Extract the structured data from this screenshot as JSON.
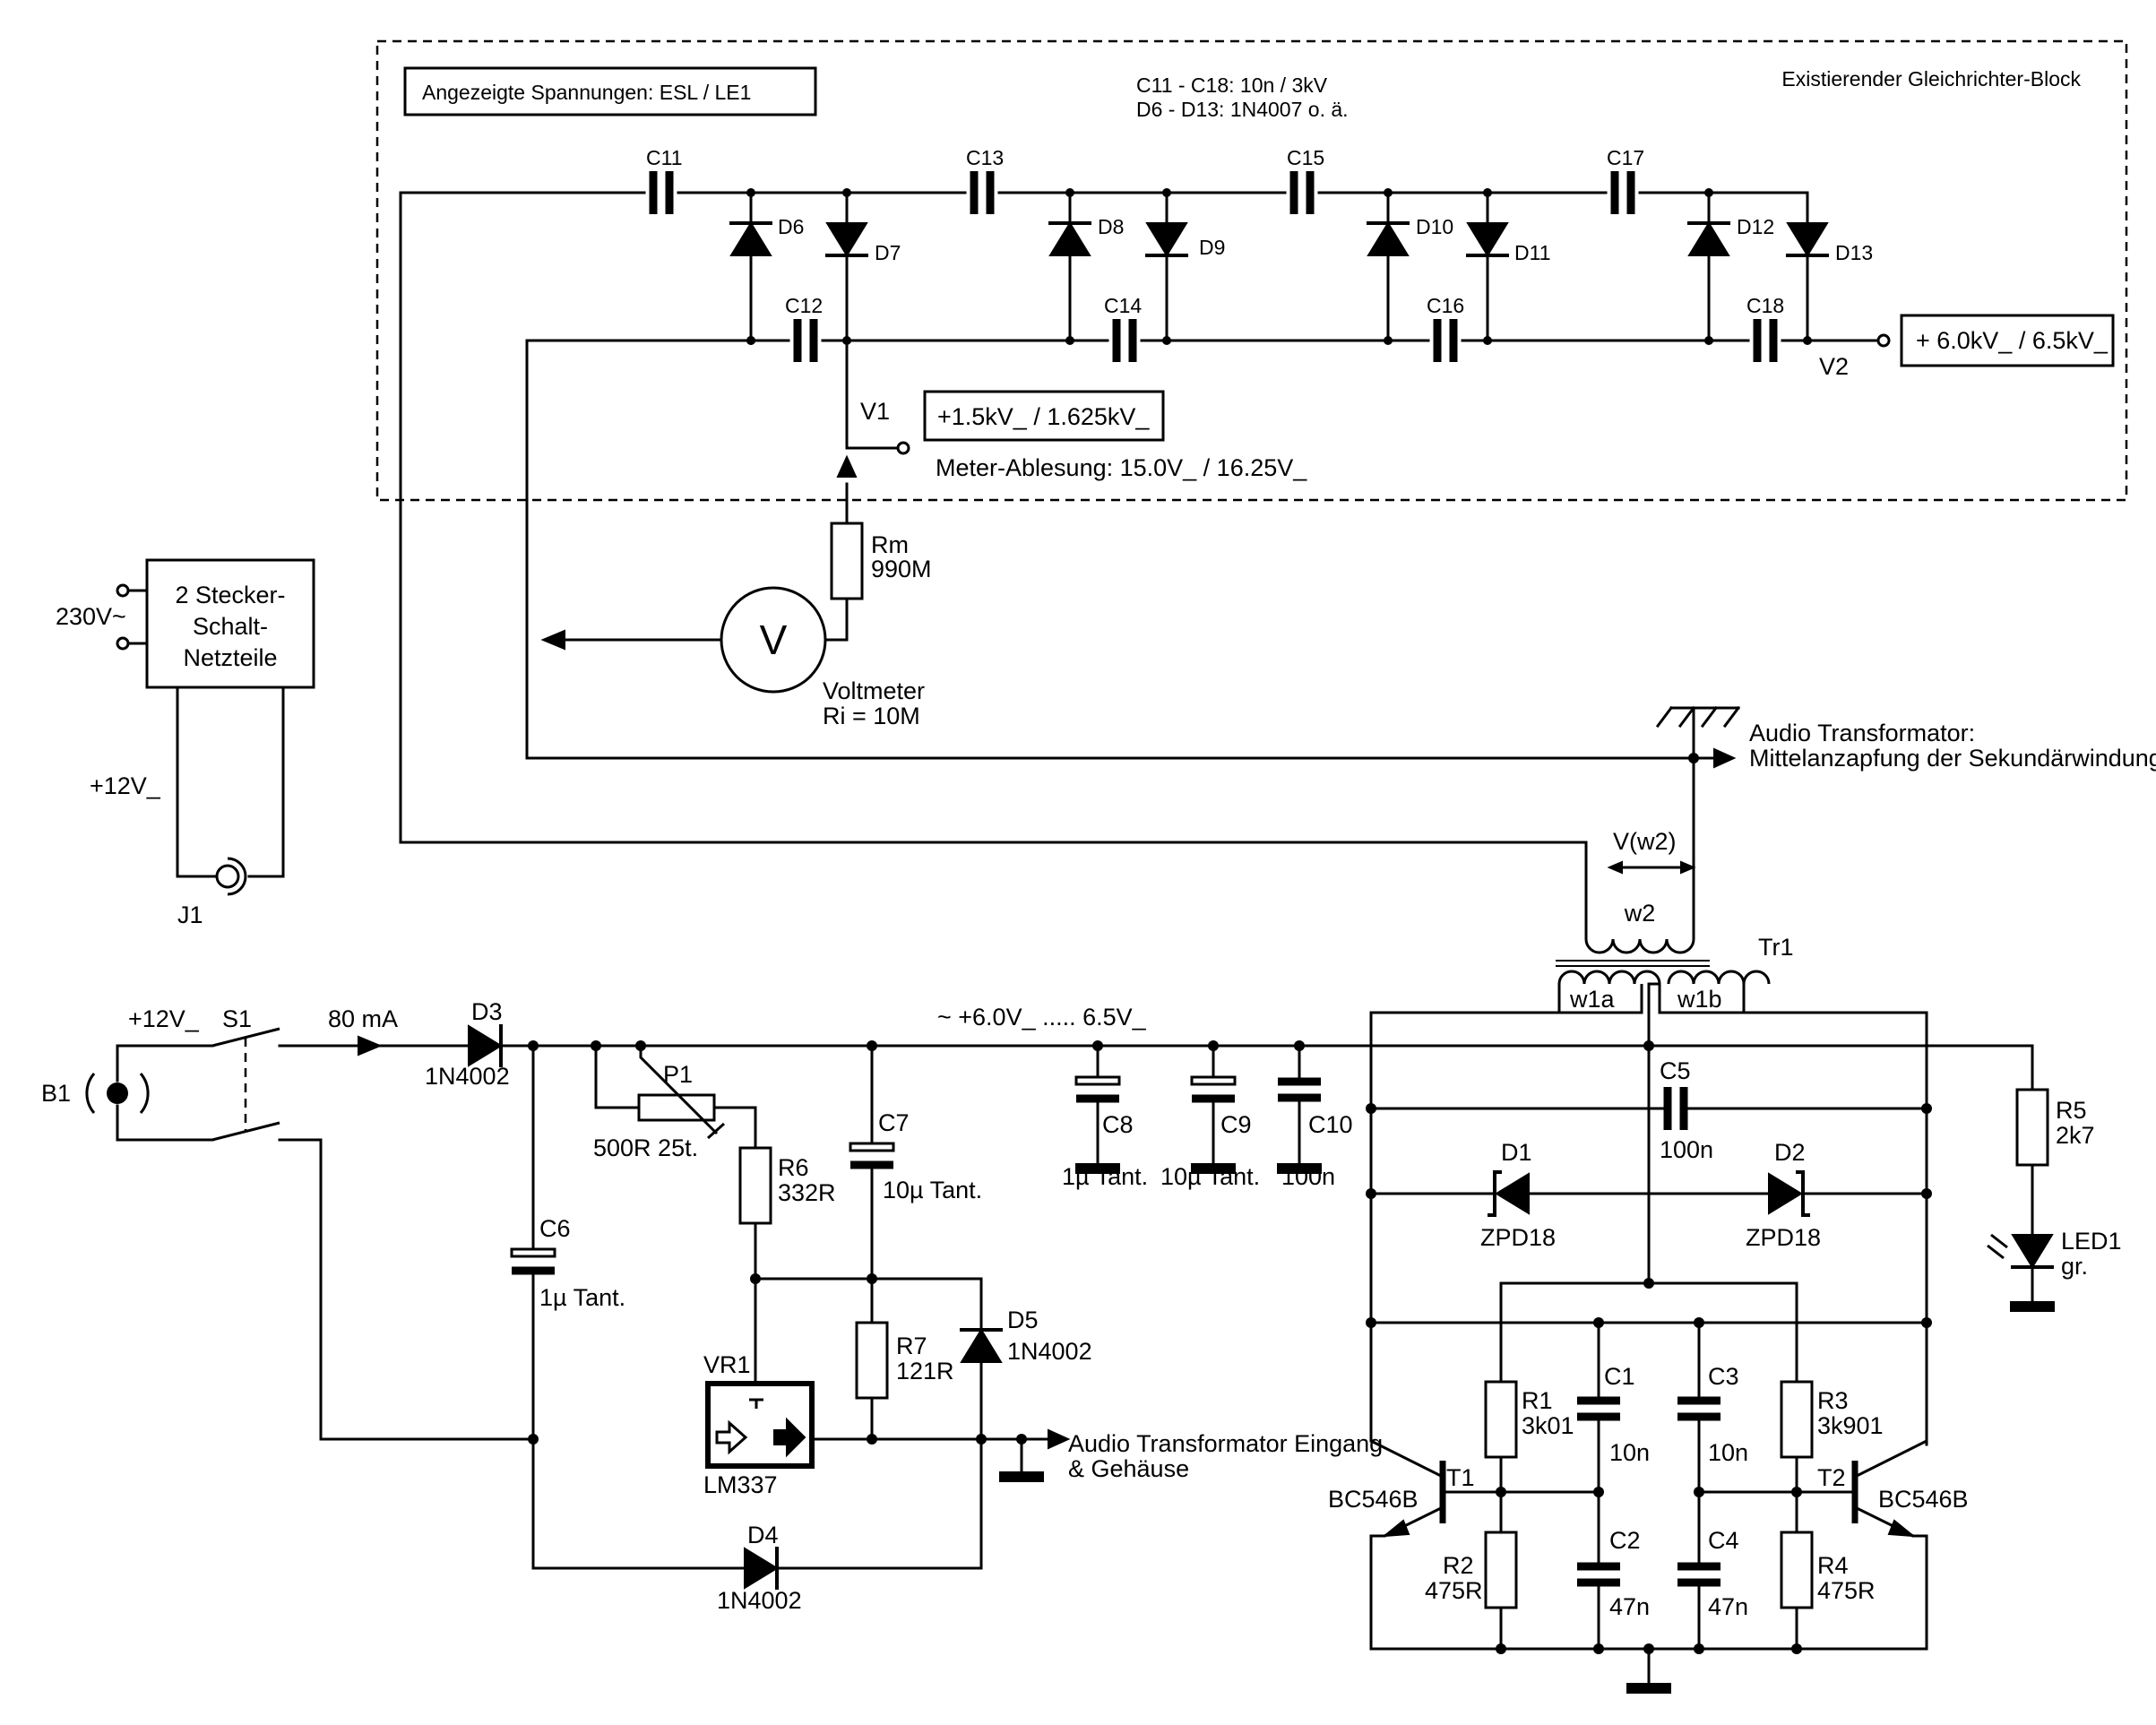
{
  "block": {
    "title": "Existierender Gleichrichter-Block",
    "shown_voltages": "Angezeigte Spannungen: ESL / LE1",
    "spec_caps": "C11 - C18: 10n / 3kV",
    "spec_diodes": "D6   - D13: 1N4007 o. ä."
  },
  "caps_top": [
    "C11",
    "C13",
    "C15",
    "C17"
  ],
  "caps_bottom": [
    "C12",
    "C14",
    "C16",
    "C18"
  ],
  "diodes_top": [
    "D6",
    "D7",
    "D8",
    "D9",
    "D10",
    "D11",
    "D12",
    "D13"
  ],
  "outputs": {
    "v1_label": "V1",
    "v1_value": "+1.5kV_ / 1.625kV_",
    "meter_reading": "Meter-Ablesung: 15.0V_ / 16.25V_",
    "v2_label": "V2",
    "v2_value": "+ 6.0kV_ / 6.5kV_"
  },
  "meter": {
    "rm_name": "Rm",
    "rm_value": "990M",
    "symbol": "V",
    "label": "Voltmeter",
    "ri": "Ri = 10M"
  },
  "supply": {
    "mains": "230V~",
    "box_line1": "2 Stecker-",
    "box_line2": "Schalt-",
    "box_line3": "Netzteile",
    "output": "+12V_",
    "jack": "J1"
  },
  "transformer": {
    "note_line1": "Audio Transformator:",
    "note_line2": "Mittelanzapfung der Sekundärwindung",
    "vw2": "V(w2)",
    "w2": "w2",
    "tr1": "Tr1",
    "w1a": "w1a",
    "w1b": "w1b"
  },
  "input": {
    "b1": "B1",
    "plus12": "+12V_",
    "s1": "S1",
    "current": "80 mA",
    "d3": "D3",
    "d3_type": "1N4002",
    "rail": "~ +6.0V_ ..... 6.5V_"
  },
  "regulator": {
    "p1": "P1",
    "p1_value": "500R 25t.",
    "r6": "R6",
    "r6_value": "332R",
    "c6": "C6",
    "c6_value": "1µ Tant.",
    "c7": "C7",
    "c7_value": "10µ Tant.",
    "r7": "R7",
    "r7_value": "121R",
    "d5": "D5",
    "d5_type": "1N4002",
    "vr1": "VR1",
    "vr1_type": "LM337",
    "d4": "D4",
    "d4_type": "1N4002",
    "out_line1": "Audio Transformator Eingang",
    "out_line2": "& Gehäuse"
  },
  "filter": {
    "c8": "C8",
    "c8_value": "1µ Tant.",
    "c9": "C9",
    "c9_value": "10µ Tant.",
    "c10": "C10",
    "c10_value": "100n"
  },
  "oscillator": {
    "c5": "C5",
    "c5_value": "100n",
    "d1": "D1",
    "d1_type": "ZPD18",
    "d2": "D2",
    "d2_type": "ZPD18",
    "r1": "R1",
    "r1_value": "3k01",
    "c1": "C1",
    "c1_value": "10n",
    "c3": "C3",
    "c3_value": "10n",
    "r3": "R3",
    "r3_value": "3k901",
    "t1": "T1",
    "t1_type": "BC546B",
    "t2": "T2",
    "t2_type": "BC546B",
    "r2": "R2",
    "r2_value": "475R",
    "c2": "C2",
    "c2_value": "47n",
    "c4": "C4",
    "c4_value": "47n",
    "r4": "R4",
    "r4_value": "475R",
    "r5": "R5",
    "r5_value": "2k7",
    "led": "LED1",
    "led_color": "gr."
  }
}
